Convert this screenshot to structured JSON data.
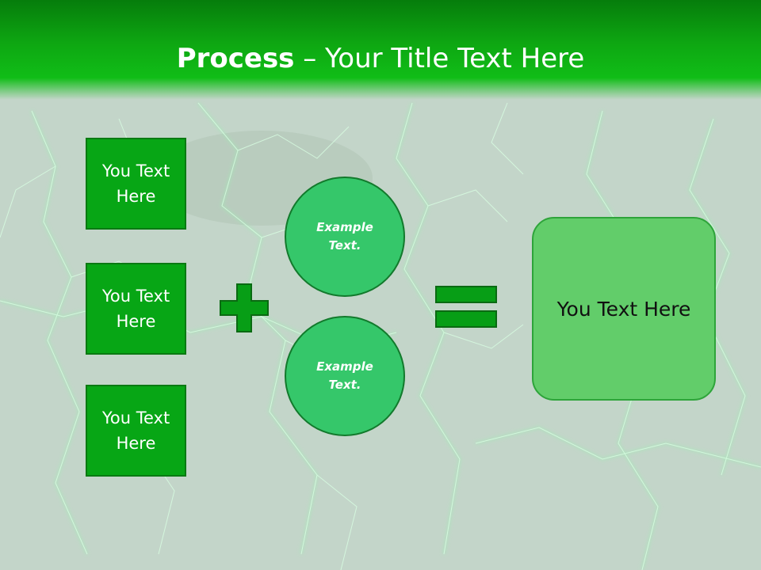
{
  "title": {
    "bold_part": "Process",
    "rest_part": " – Your Title Text Here"
  },
  "boxes": [
    {
      "label": "You Text Here"
    },
    {
      "label": "You Text Here"
    },
    {
      "label": "You Text Here"
    }
  ],
  "circles": [
    {
      "label": "Example Text."
    },
    {
      "label": "Example Text."
    }
  ],
  "operators": {
    "plus": "plus-icon",
    "equals": "equals-icon"
  },
  "result": {
    "label": "You Text Here"
  },
  "colors": {
    "title_bar": "#0ea812",
    "box_fill": "#07a615",
    "circle_fill": "#35c76a",
    "result_fill": "#62cd6a",
    "operator": "#079e16",
    "background": "#c3d5c9"
  }
}
